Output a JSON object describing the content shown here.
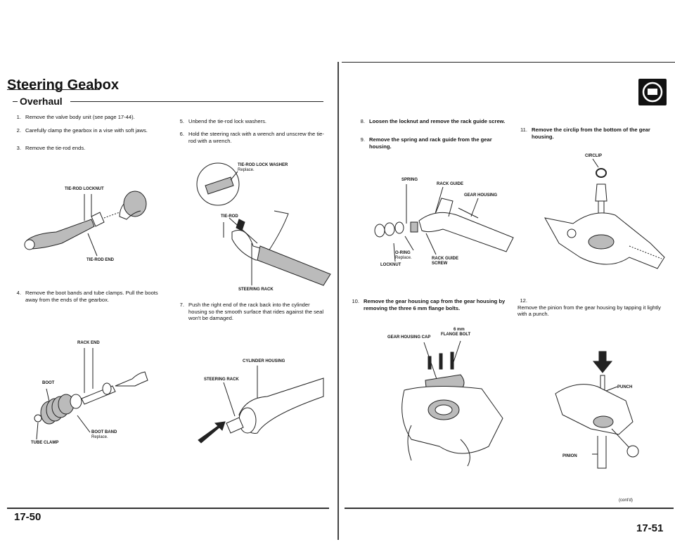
{
  "left_page": {
    "title": "Steering Geabox",
    "section": "Overhaul",
    "page_number": "17-50",
    "steps": [
      {
        "num": "1.",
        "text": "Remove the valve body unit (see page 17-44)."
      },
      {
        "num": "2.",
        "text": "Carefully clamp the gearbox in a vise with soft jaws."
      },
      {
        "num": "3.",
        "text": "Remove the tie-rod ends."
      },
      {
        "num": "4.",
        "text": "Remove the boot bands and tube clamps. Pull the boots away from the ends of the gearbox."
      },
      {
        "num": "5.",
        "text": "Unbend the tie-rod lock washers."
      },
      {
        "num": "6.",
        "text": "Hold the steering rack with a wrench and unscrew the tie-rod with a wrench."
      },
      {
        "num": "7.",
        "text": "Push the right end of the rack back into the cylinder housing so the smooth surface that rides against the seal won't be damaged."
      }
    ],
    "labels": {
      "tie_rod_locknut": "TIE-ROD LOCKNUT",
      "tie_rod_end": "TIE-ROD END",
      "rack_end": "RACK END",
      "boot": "BOOT",
      "boot_band": "BOOT BAND",
      "boot_band_note": "Replace.",
      "tube_clamp": "TUBE CLAMP",
      "tie_rod_lock_washer": "TIE-ROD LOCK WASHER",
      "tie_rod_lock_washer_note": "Replace.",
      "tie_rod": "TIE-ROD",
      "steering_rack": "STEERING RACK",
      "cylinder_housing": "CYLINDER HOUSING",
      "steering_rack_2": "STEERING RACK"
    }
  },
  "right_page": {
    "page_number": "17-51",
    "cont": "(cont'd)",
    "steps": [
      {
        "num": "8.",
        "text": "Loosen the locknut and remove the rack guide screw."
      },
      {
        "num": "9.",
        "text": "Remove the spring and rack guide from the gear housing."
      },
      {
        "num": "10.",
        "text": "Remove the gear housing cap from the gear housing by removing the three 6 mm flange bolts."
      },
      {
        "num": "11.",
        "text": "Remove the circlip from the bottom of the gear housing."
      },
      {
        "num": "12.",
        "text": "Remove the pinion from the gear housing by tapping it lightly with a punch."
      }
    ],
    "labels": {
      "spring": "SPRING",
      "rack_guide": "RACK GUIDE",
      "gear_housing": "GEAR HOUSING",
      "o_ring": "O-RING",
      "o_ring_note": "Replace.",
      "rack_guide_screw": "RACK GUIDE SCREW",
      "locknut": "LOCKNUT",
      "flange_bolt_size": "6 mm",
      "flange_bolt": "FLANGE BOLT",
      "gear_housing_cap": "GEAR HOUSING CAP",
      "circlip": "CIRCLIP",
      "punch": "PUNCH",
      "pinion": "PINION"
    }
  }
}
